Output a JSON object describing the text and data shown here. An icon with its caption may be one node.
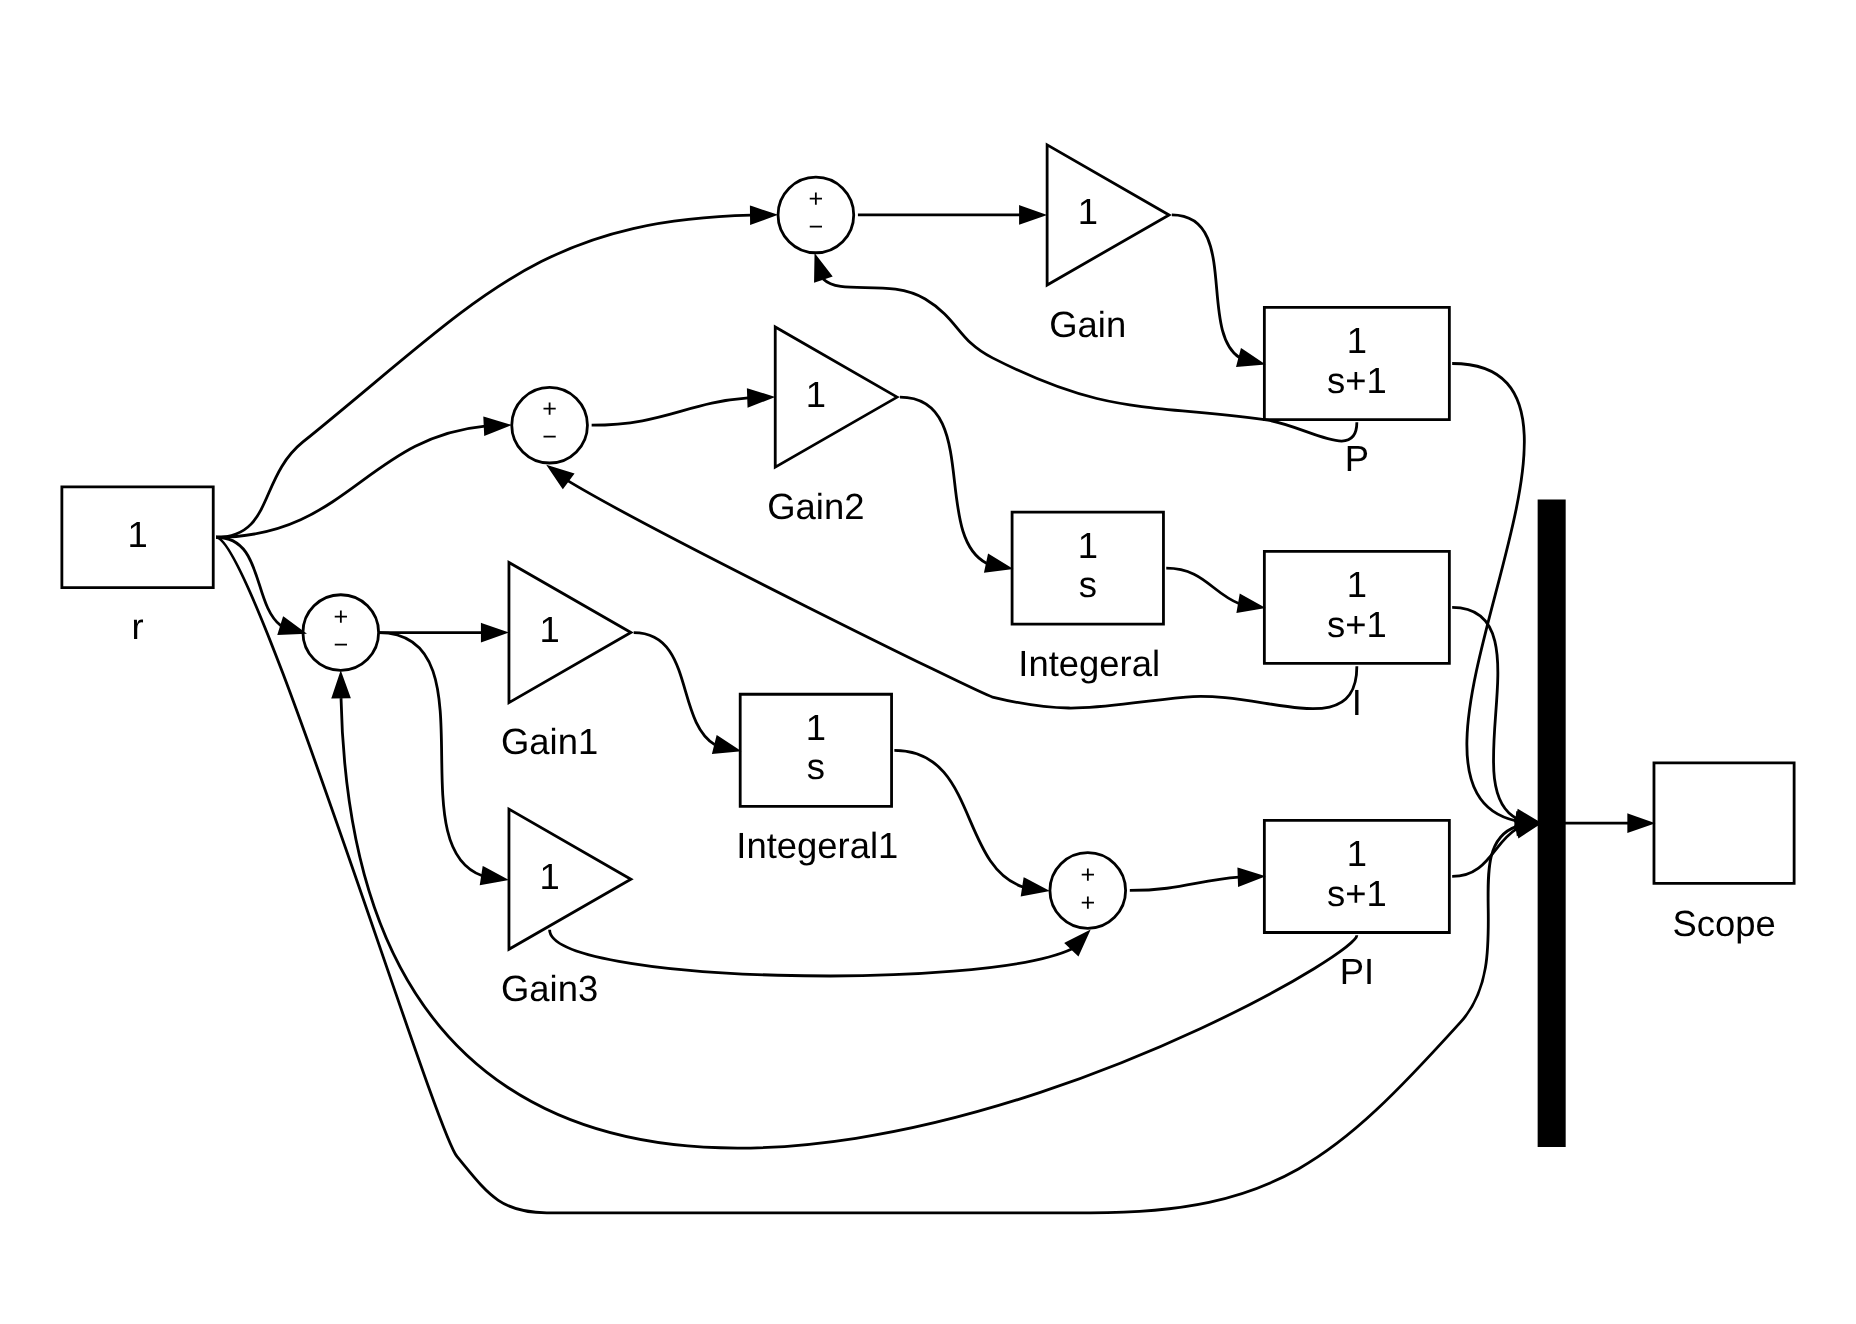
{
  "diagram": {
    "nodes": [
      {
        "text": [
          "1"
        ],
        "beside": [
          "r"
        ]
      },
      {
        "text": [
          "+",
          "−"
        ]
      },
      {
        "text": [
          "1"
        ],
        "beside": [
          "Gain"
        ]
      },
      {
        "text": [
          "1",
          "s+1"
        ],
        "beside": [
          "P"
        ]
      },
      {
        "text": [
          "+",
          "−"
        ]
      },
      {
        "text": [
          "1"
        ],
        "beside": [
          "Gain2"
        ]
      },
      {
        "text": [
          "1",
          "s"
        ],
        "beside": [
          "Integeral"
        ]
      },
      {
        "text": [
          "1",
          "s+1"
        ],
        "beside": [
          "I"
        ]
      },
      {
        "text": [
          "+",
          "−"
        ]
      },
      {
        "text": [
          "1"
        ],
        "beside": [
          "Gain1"
        ]
      },
      {
        "text": [
          "1",
          "s"
        ],
        "beside": [
          "Integeral1"
        ]
      },
      {
        "text": [
          "+",
          "+"
        ]
      },
      {
        "text": [
          "1",
          "s+1"
        ],
        "beside": [
          "PI"
        ]
      },
      {
        "text": [
          "1"
        ],
        "beside": [
          "Gain3"
        ]
      },
      {
        "text": [],
        "shape": "bar"
      },
      {
        "text": [],
        "shape": "box",
        "beside": [
          "Scope"
        ]
      }
    ],
    "edges": [
      {
        "from": 0,
        "to": 14,
        "arrow": "to"
      },
      {
        "from": 0,
        "to": 1,
        "arrow": "to"
      },
      {
        "from": 0,
        "to": 4,
        "arrow": "to"
      },
      {
        "from": 0,
        "to": 8,
        "arrow": "to"
      },
      {
        "from": 1,
        "to": 2,
        "arrow": "to"
      },
      {
        "from": 2,
        "to": 3,
        "arrow": "to"
      },
      {
        "from": 3,
        "to": 14,
        "arrow": "to"
      },
      {
        "from": 3,
        "to": 1,
        "arrow": "to"
      },
      {
        "from": 4,
        "to": 5,
        "arrow": "to"
      },
      {
        "from": 5,
        "to": 6,
        "arrow": "to"
      },
      {
        "from": 6,
        "to": 7,
        "arrow": "to"
      },
      {
        "from": 7,
        "to": 14,
        "arrow": "to"
      },
      {
        "from": 7,
        "to": 4,
        "arrow": "to"
      },
      {
        "from": 8,
        "to": 9,
        "arrow": "to"
      },
      {
        "from": 8,
        "to": 13,
        "arrow": "to"
      },
      {
        "from": 9,
        "to": 10,
        "arrow": "to"
      },
      {
        "from": 10,
        "to": 11,
        "arrow": "to"
      },
      {
        "from": 13,
        "to": 11,
        "arrow": "to"
      },
      {
        "from": 11,
        "to": 12,
        "arrow": "to"
      },
      {
        "from": 12,
        "to": 14,
        "arrow": "to"
      },
      {
        "from": 12,
        "to": 8,
        "arrow": "to"
      },
      {
        "from": 14,
        "to": 15,
        "arrow": "to"
      }
    ]
  }
}
